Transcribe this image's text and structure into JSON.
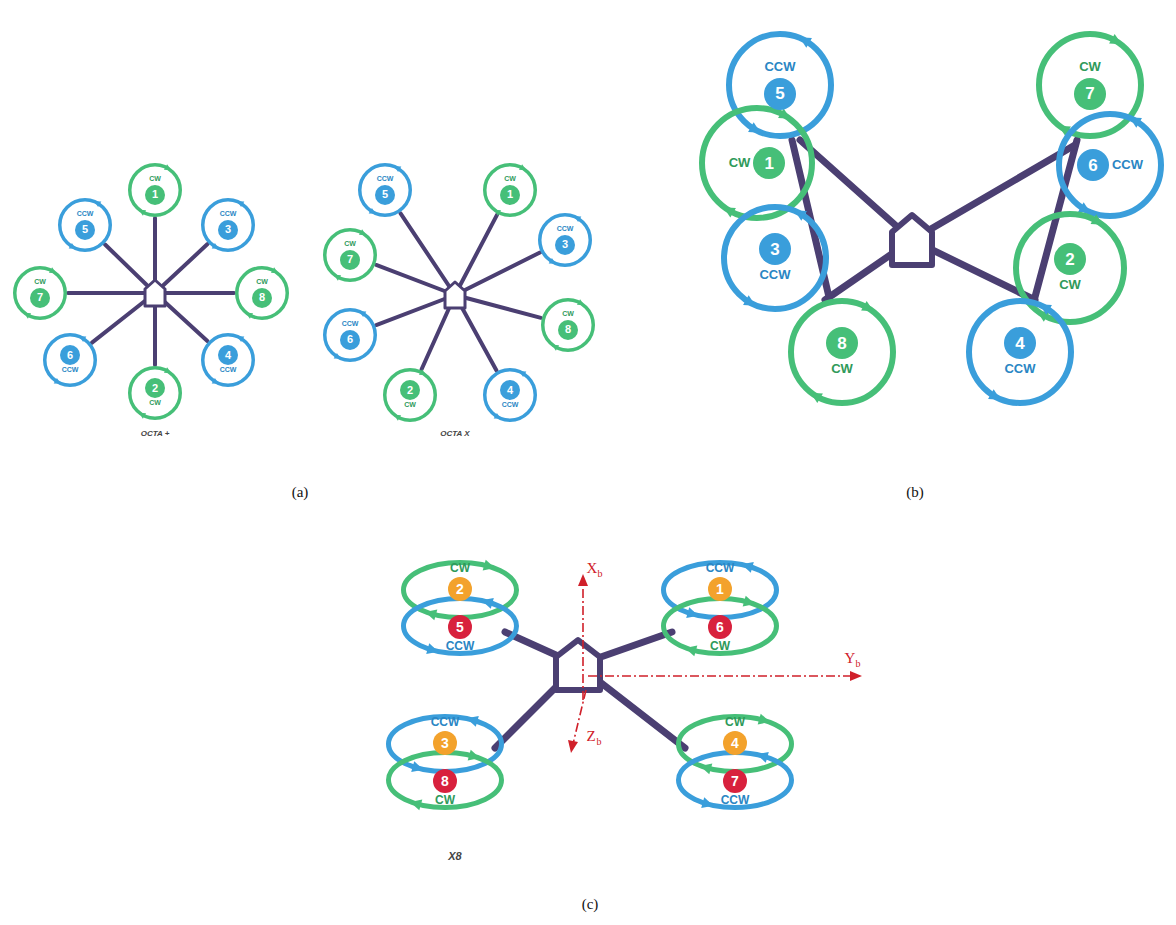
{
  "diagram": {
    "nodes": [
      {
        "text": [
          "CW",
          "1"
        ]
      },
      {
        "text": [
          "CCW",
          "5"
        ]
      },
      {
        "text": [
          "CCW",
          "3"
        ]
      },
      {
        "text": [
          "CW",
          "7"
        ]
      },
      {
        "text": [
          "CW",
          "8"
        ]
      },
      {
        "text": [
          "6",
          "CCW"
        ]
      },
      {
        "text": [
          "4",
          "CCW"
        ]
      },
      {
        "text": [
          "2",
          "CW"
        ]
      },
      {
        "text": [
          "CCW",
          "5"
        ]
      },
      {
        "text": [
          "CW",
          "1"
        ]
      },
      {
        "text": [
          "CW",
          "7"
        ]
      },
      {
        "text": [
          "CCW",
          "3"
        ]
      },
      {
        "text": [
          "CCW",
          "6"
        ]
      },
      {
        "text": [
          "CW",
          "8"
        ]
      },
      {
        "text": [
          "2",
          "CW"
        ]
      },
      {
        "text": [
          "4",
          "CCW"
        ]
      },
      {
        "text": [
          "CCW",
          "5"
        ]
      },
      {
        "text": [
          "CW",
          "7"
        ]
      },
      {
        "text": [
          "CW",
          "1"
        ]
      },
      {
        "text": [
          "6",
          "CCW"
        ]
      },
      {
        "text": [
          "3",
          "CCW"
        ]
      },
      {
        "text": [
          "2",
          "CW"
        ]
      },
      {
        "text": [
          "8",
          "CW"
        ]
      },
      {
        "text": [
          "4",
          "CCW"
        ]
      },
      {
        "text": [
          "CW",
          "2"
        ]
      },
      {
        "text": [
          "CCW",
          "1"
        ]
      },
      {
        "text": [
          "5",
          "CCW"
        ]
      },
      {
        "text": [
          "6",
          "CW"
        ]
      },
      {
        "text": [
          "CCW",
          "3"
        ]
      },
      {
        "text": [
          "CW",
          "4"
        ]
      },
      {
        "text": [
          "8",
          "CW"
        ]
      },
      {
        "text": [
          "7",
          "CCW"
        ]
      }
    ],
    "labels": [
      "OCTA +",
      "OCTA X",
      "(a)",
      "(b)",
      "X",
      "b",
      "Y",
      "b",
      "Z",
      "b",
      "X8",
      "(c)"
    ]
  }
}
